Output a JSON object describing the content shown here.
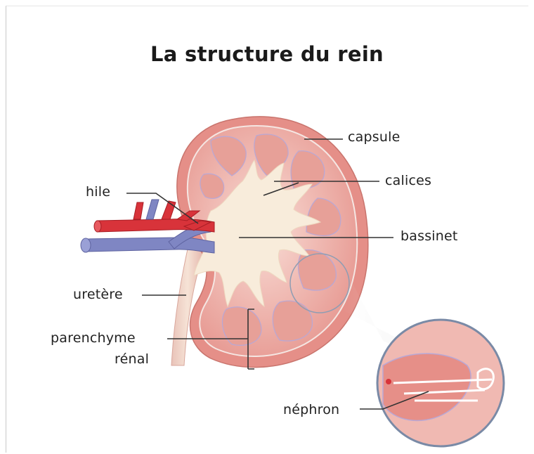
{
  "title": "La structure du rein",
  "labels": {
    "capsule": "capsule",
    "calices": "calices",
    "bassinet": "bassinet",
    "hile": "hile",
    "uretere": "uretère",
    "parenchyme_line1": "parenchyme",
    "parenchyme_line2": "rénal",
    "nephron": "néphron"
  },
  "colors": {
    "capsule": "#e99c96",
    "cortex": "#f6d3cc",
    "pyramid": "#e8a39b",
    "pelvis": "#f7e8d5",
    "artery": "#d8333a",
    "vein": "#7f86c3",
    "leader": "#333333"
  }
}
